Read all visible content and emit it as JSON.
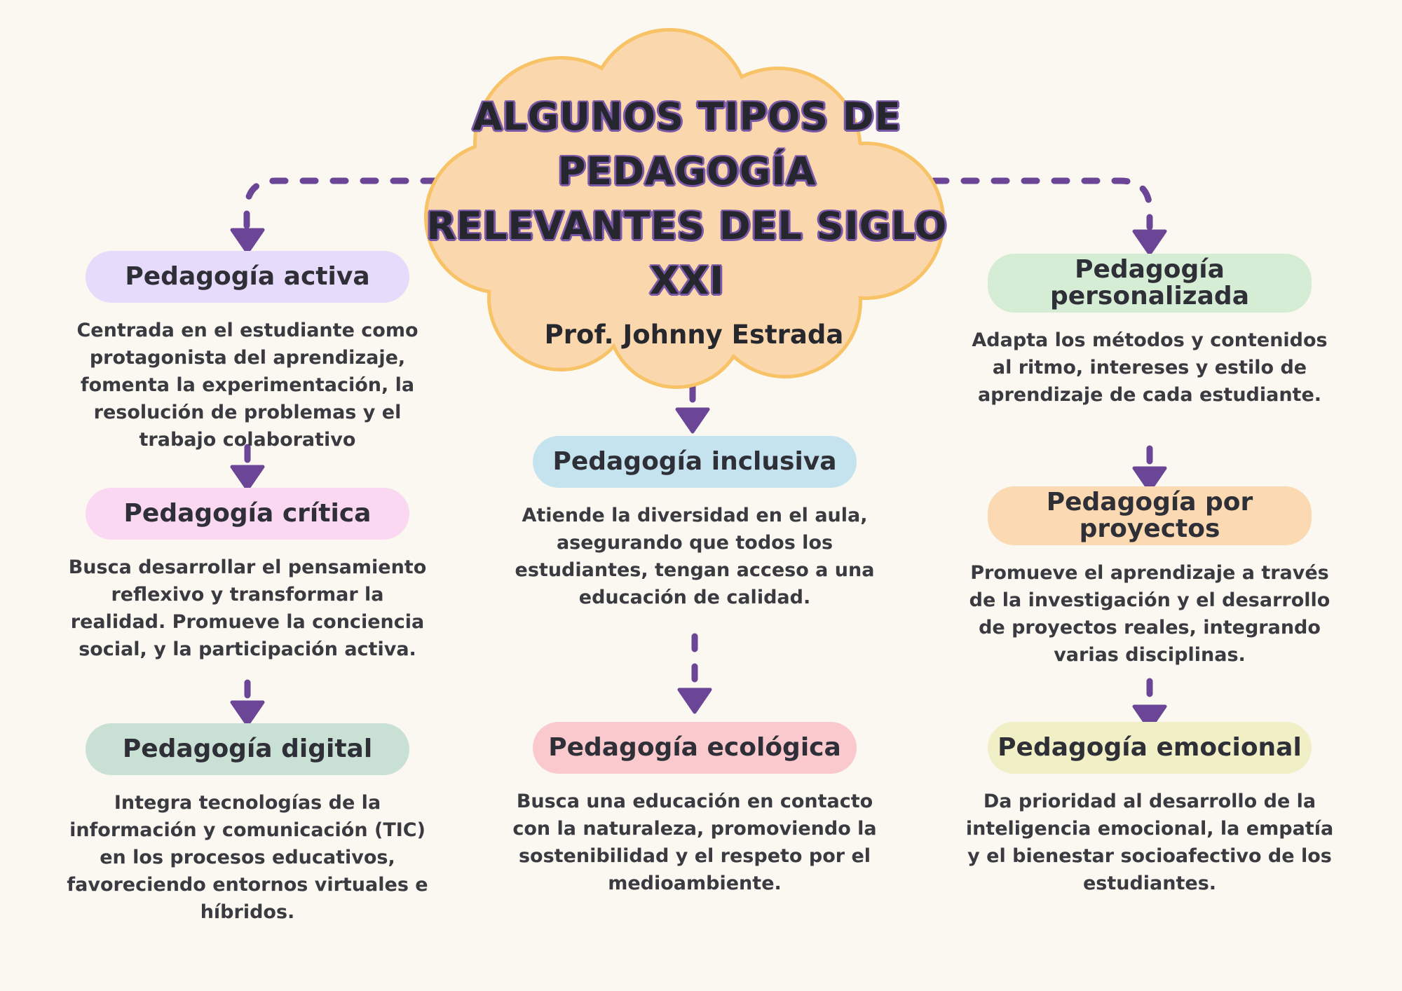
{
  "poster": {
    "title_lines": [
      "ALGUNOS TIPOS DE",
      "PEDAGOGÍA",
      "RELEVANTES DEL SIGLO",
      "XXI"
    ],
    "author": "Prof. Johnny Estrada"
  },
  "nodes": [
    {
      "id": "pedagogia-activa",
      "label": "Pedagogía activa",
      "description": "Centrada en el estudiante como protagonista del aprendizaje, fomenta la experimentación, la resolución de problemas y el trabajo colaborativo",
      "color": "#E6DBFA"
    },
    {
      "id": "pedagogia-critica",
      "label": "Pedagogía crítica",
      "description": "Busca desarrollar el pensamiento reflexivo y transformar la realidad. Promueve la conciencia social, y la participación activa.",
      "color": "#FAD8F2"
    },
    {
      "id": "pedagogia-digital",
      "label": "Pedagogía digital",
      "description": "Integra tecnologías de la información y comunicación (TIC) en los procesos educativos, favoreciendo entornos virtuales e híbridos.",
      "color": "#C9E0D4"
    },
    {
      "id": "pedagogia-inclusiva",
      "label": "Pedagogía inclusiva",
      "description": "Atiende la diversidad en el aula, asegurando que todos los estudiantes, tengan acceso a una educación de calidad.",
      "color": "#C5E3EE"
    },
    {
      "id": "pedagogia-ecologica",
      "label": "Pedagogía ecológica",
      "description": "Busca una educación en contacto con la naturaleza, promoviendo la sostenibilidad y el respeto por el medioambiente.",
      "color": "#F9C9CE"
    },
    {
      "id": "pedagogia-personalizada",
      "label": "Pedagogía personalizada",
      "description": "Adapta los métodos y contenidos al ritmo, intereses y estilo de aprendizaje de cada estudiante.",
      "color": "#D6EDD5"
    },
    {
      "id": "pedagogia-por-proyectos",
      "label": "Pedagogía por proyectos",
      "description": "Promueve el aprendizaje a través de la investigación y el desarrollo de proyectos reales, integrando varias disciplinas.",
      "color": "#FBD9B2"
    },
    {
      "id": "pedagogia-emocional",
      "label": "Pedagogía emocional",
      "description": "Da prioridad al desarrollo de la inteligencia emocional, la empatía y el bienestar socioafectivo de los estudiantes.",
      "color": "#F1EFC6"
    }
  ],
  "colors": {
    "bg": "#FAF8F0",
    "ink": "#3A3A41",
    "pill-ink": "#2F2F37",
    "title-ink": "#26262E",
    "title-outline": "#7A58A8",
    "arrow": "#6B4596",
    "cloud-fill": "#FBD7AE",
    "cloud-stroke": "#F8C266"
  }
}
